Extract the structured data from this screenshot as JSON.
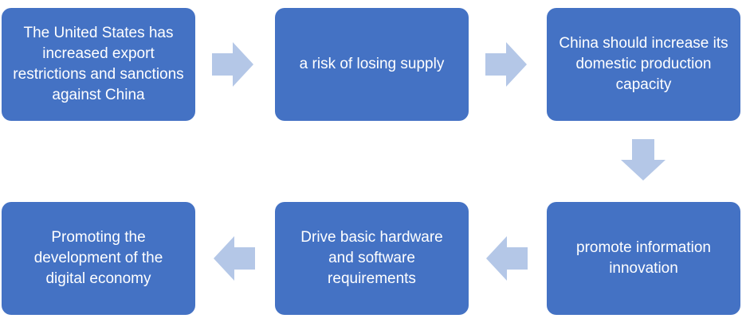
{
  "colors": {
    "box_fill": "#4472C4",
    "box_text": "#FFFFFF",
    "arrow_fill": "#B4C7E7",
    "background": "#FFFFFF"
  },
  "steps": [
    {
      "id": "us-restrictions",
      "text": "The United States has increased export restrictions and sanctions against China"
    },
    {
      "id": "supply-risk",
      "text": "a risk of losing supply"
    },
    {
      "id": "domestic-capacity",
      "text": "China should increase its domestic production capacity"
    },
    {
      "id": "information-innovation",
      "text": "promote information innovation"
    },
    {
      "id": "hardware-software",
      "text": "Drive basic hardware and software requirements"
    },
    {
      "id": "digital-economy",
      "text": "Promoting the development of the digital economy"
    }
  ],
  "arrows": [
    {
      "from": "us-restrictions",
      "to": "supply-risk",
      "direction": "right"
    },
    {
      "from": "supply-risk",
      "to": "domestic-capacity",
      "direction": "right"
    },
    {
      "from": "domestic-capacity",
      "to": "information-innovation",
      "direction": "down"
    },
    {
      "from": "information-innovation",
      "to": "hardware-software",
      "direction": "left"
    },
    {
      "from": "hardware-software",
      "to": "digital-economy",
      "direction": "left"
    }
  ]
}
